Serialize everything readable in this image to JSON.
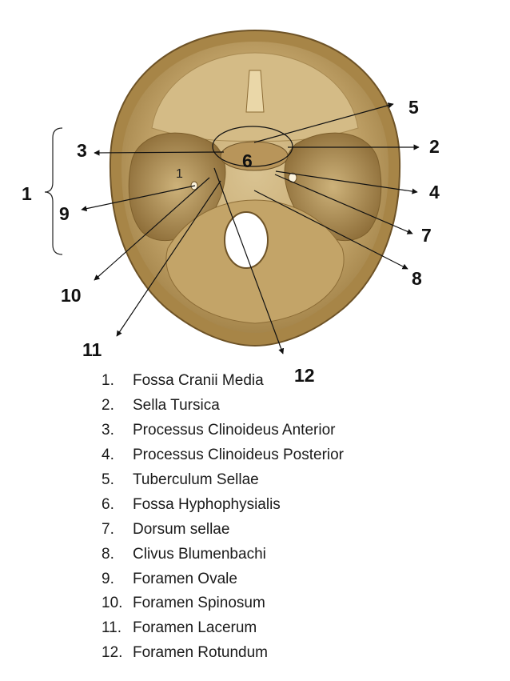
{
  "callouts": {
    "c1": "1",
    "c1_small": "1",
    "c2": "2",
    "c3": "3",
    "c4": "4",
    "c5": "5",
    "c6": "6",
    "c7": "7",
    "c8": "8",
    "c9": "9",
    "c10": "10",
    "c11": "11",
    "c12": "12"
  },
  "legend": [
    {
      "num": "1.",
      "text": "Fossa Cranii Media"
    },
    {
      "num": "2.",
      "text": "Sella Tursica"
    },
    {
      "num": "3.",
      "text": "Processus Clinoideus Anterior"
    },
    {
      "num": "4.",
      "text": "Processus Clinoideus Posterior"
    },
    {
      "num": "5.",
      "text": "Tuberculum Sellae"
    },
    {
      "num": "6.",
      "text": "Fossa Hyphophysialis"
    },
    {
      "num": "7.",
      "text": "Dorsum sellae"
    },
    {
      "num": "8.",
      "text": "Clivus Blumenbachi"
    },
    {
      "num": "9.",
      "text": "Foramen Ovale"
    },
    {
      "num": "10.",
      "text": "Foramen Spinosum"
    },
    {
      "num": "11.",
      "text": "Foramen Lacerum"
    },
    {
      "num": "12.",
      "text": "Foramen Rotundum"
    }
  ]
}
